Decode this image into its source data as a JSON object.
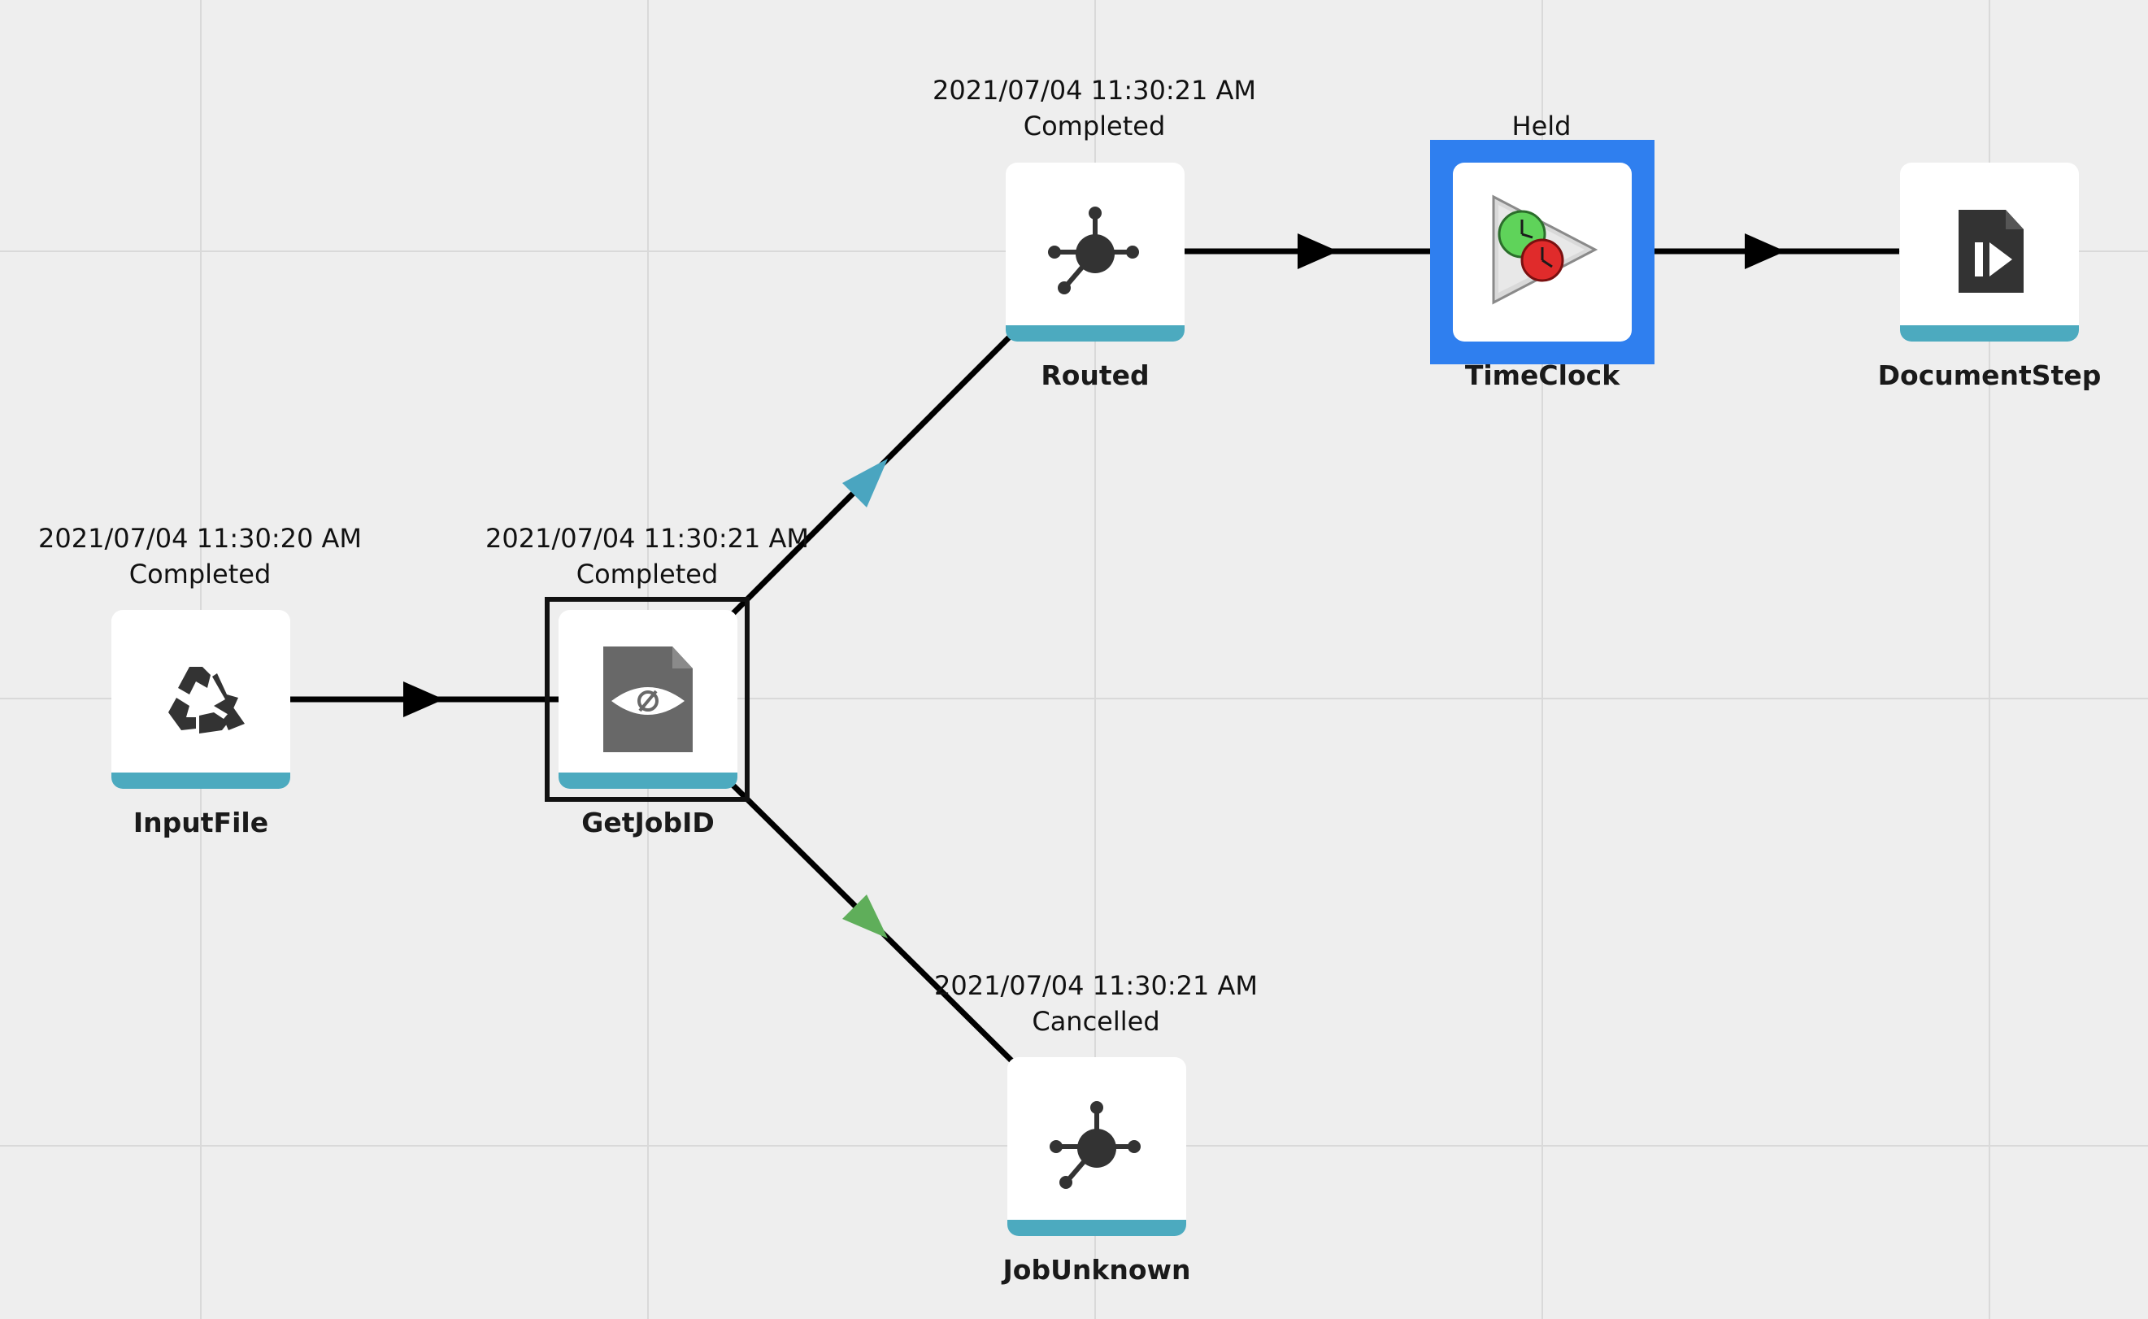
{
  "nodes": {
    "input_file": {
      "label": "InputFile",
      "timestamp": "2021/07/04 11:30:20 AM",
      "status": "Completed",
      "icon": "recycle-icon"
    },
    "get_job_id": {
      "label": "GetJobID",
      "timestamp": "2021/07/04 11:30:21 AM",
      "status": "Completed",
      "icon": "document-eye-icon"
    },
    "routed": {
      "label": "Routed",
      "timestamp": "2021/07/04 11:30:21 AM",
      "status": "Completed",
      "icon": "hub-icon"
    },
    "time_clock": {
      "label": "TimeClock",
      "timestamp": "",
      "status": "Held",
      "icon": "clock-play-icon"
    },
    "document_step": {
      "label": "DocumentStep",
      "timestamp": "",
      "status": "",
      "icon": "document-play-icon"
    },
    "job_unknown": {
      "label": "JobUnknown",
      "timestamp": "2021/07/04 11:30:21 AM",
      "status": "Cancelled",
      "icon": "hub-icon"
    }
  },
  "edges": [
    {
      "from": "input_file",
      "to": "get_job_id",
      "color": "#000000"
    },
    {
      "from": "get_job_id",
      "to": "routed",
      "color": "#4aa5c0"
    },
    {
      "from": "get_job_id",
      "to": "job_unknown",
      "color": "#5fae5a"
    },
    {
      "from": "routed",
      "to": "time_clock",
      "color": "#000000"
    },
    {
      "from": "time_clock",
      "to": "document_step",
      "color": "#000000"
    }
  ],
  "colors": {
    "accent_bar": "#4caabf",
    "held_highlight": "#2f7fef",
    "selection": "#111111",
    "background": "#eeeeee"
  }
}
